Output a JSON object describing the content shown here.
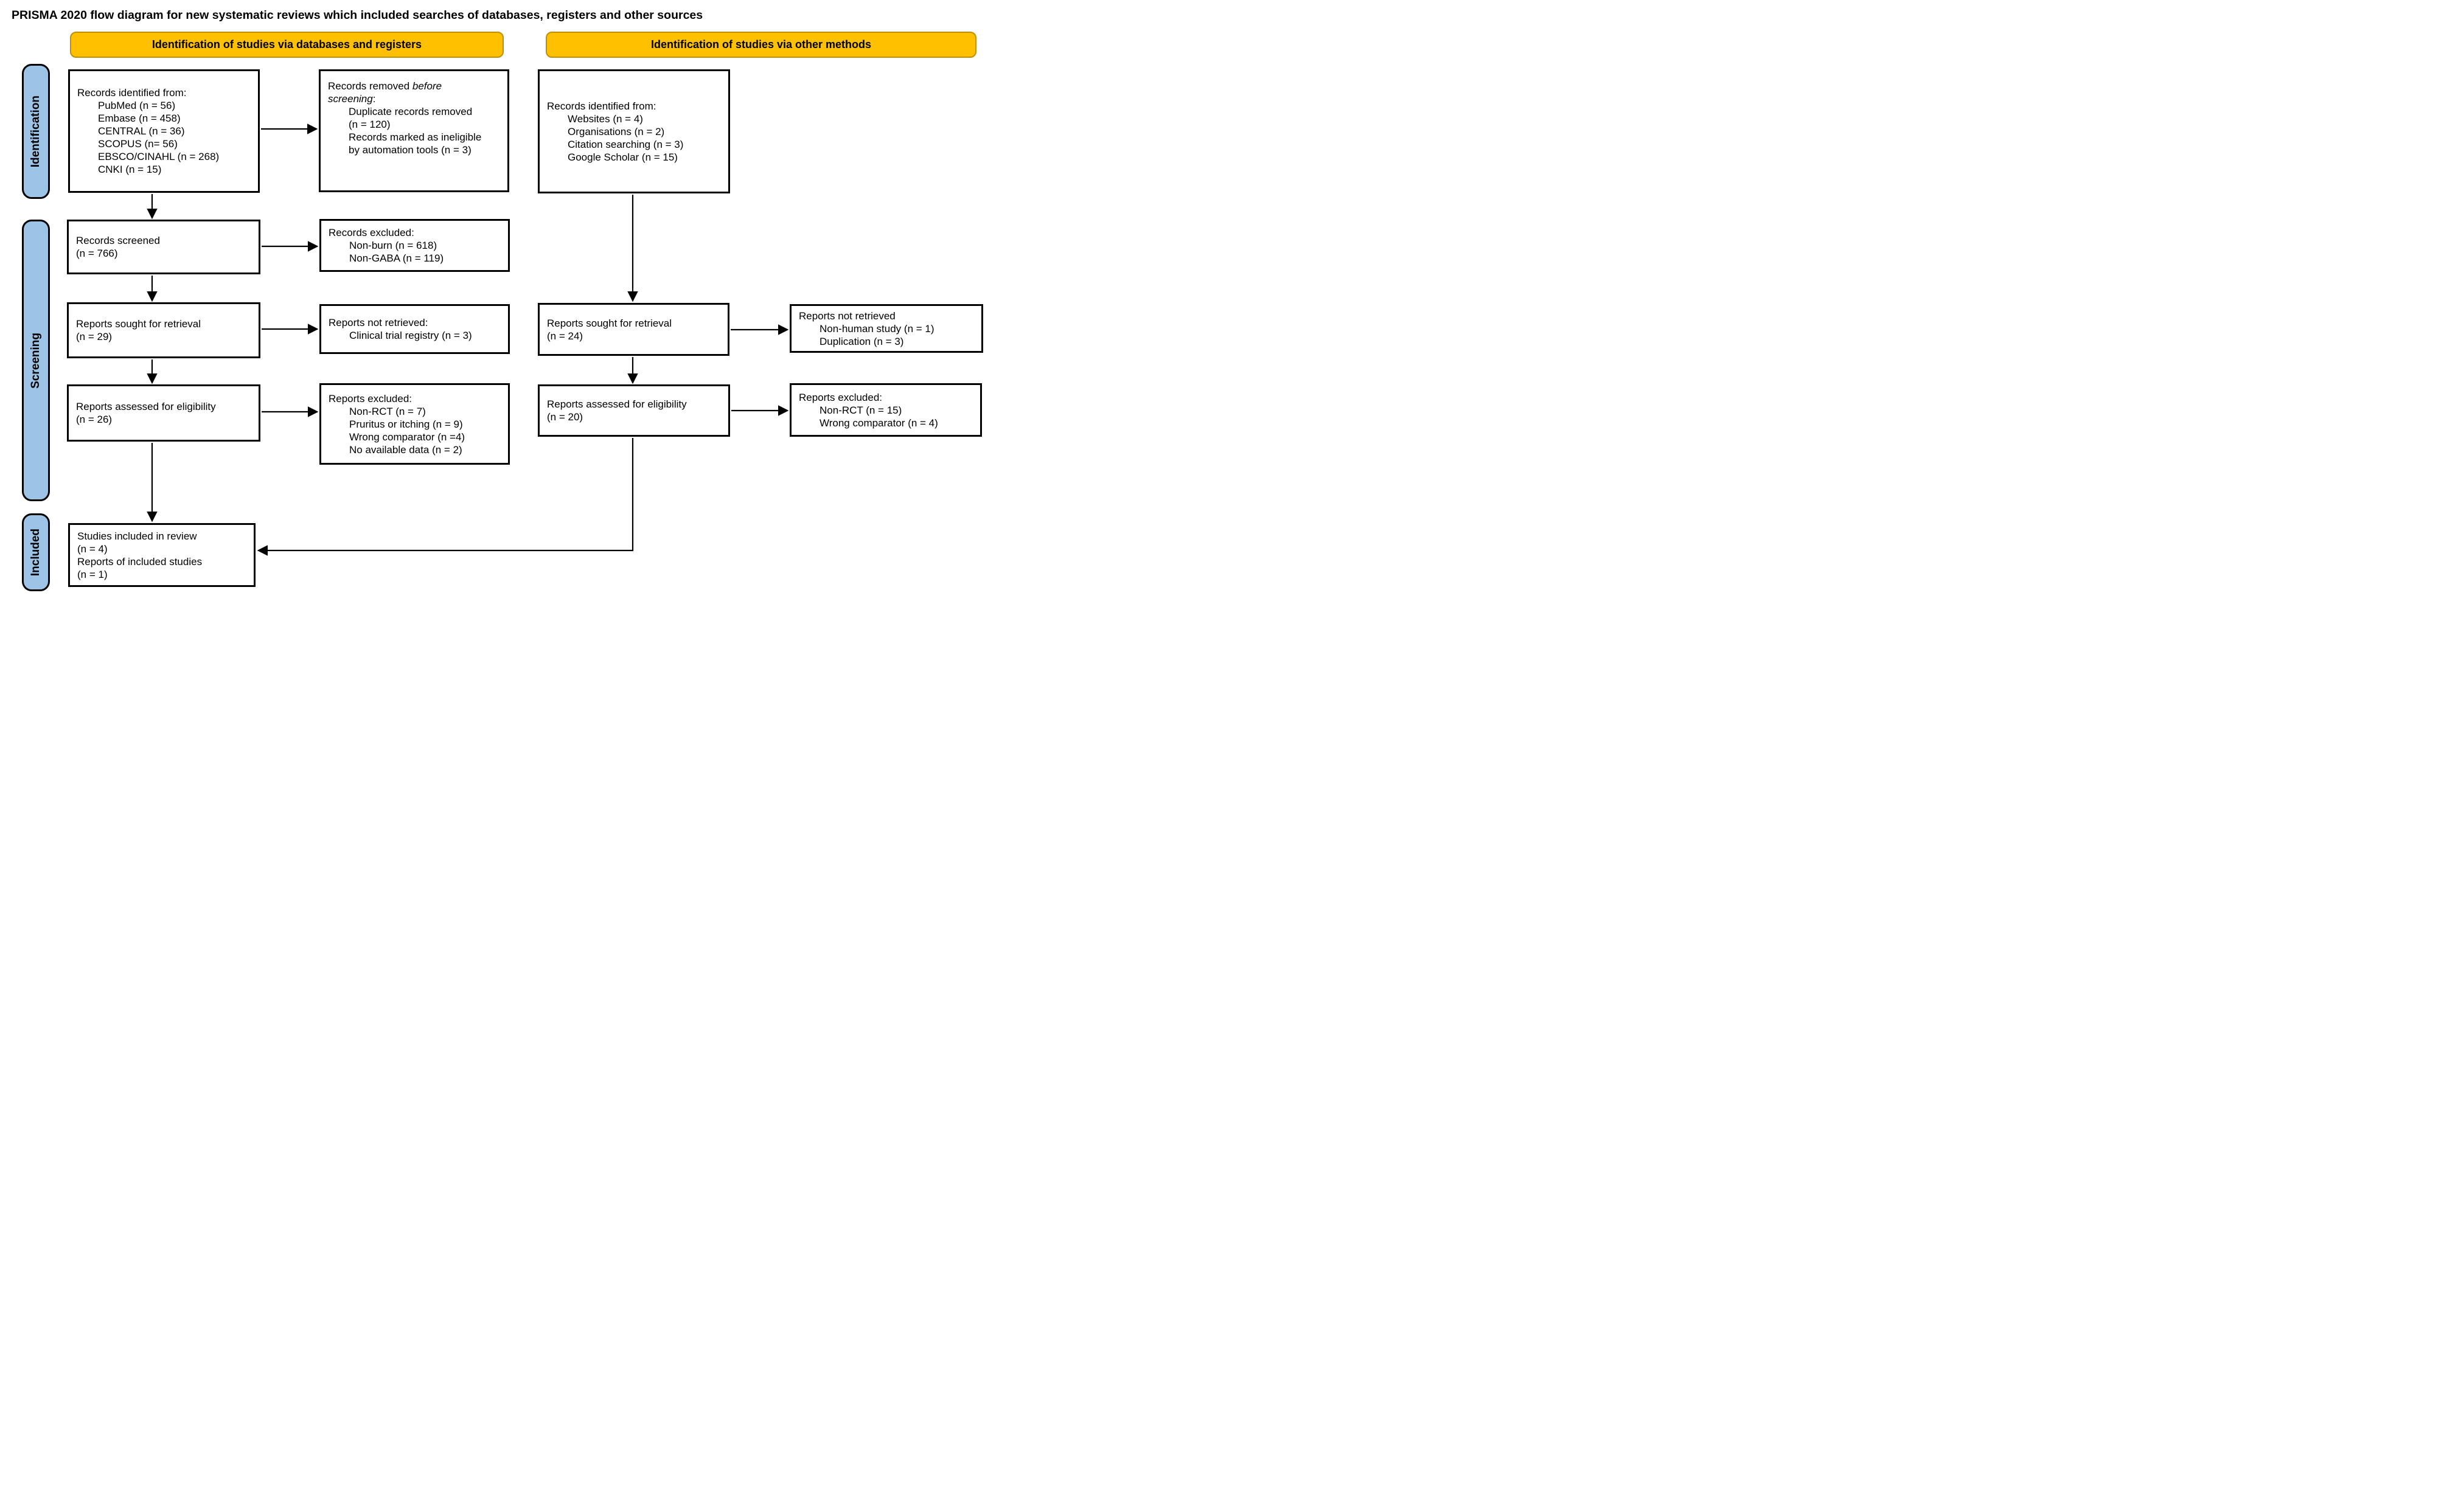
{
  "page_title": "PRISMA 2020 flow diagram for new systematic reviews which included searches of databases, registers and other sources",
  "banners": {
    "databases": "Identification of studies via databases and registers",
    "other_methods": "Identification of studies via other methods"
  },
  "stages": {
    "identification": "Identification",
    "screening": "Screening",
    "included": "Included"
  },
  "colors": {
    "banner_fill": "#FFC000",
    "banner_border": "#BF8F00",
    "stage_fill": "#9DC3E6",
    "box_border": "#000000",
    "arrow": "#000000"
  },
  "boxes": {
    "records_identified_databases": {
      "heading": "Records identified from:",
      "items": [
        "PubMed (n = 56)",
        "Embase (n = 458)",
        "CENTRAL (n = 36)",
        "SCOPUS (n= 56)",
        "EBSCO/CINAHL (n = 268)",
        "CNKI (n = 15)"
      ]
    },
    "records_removed": {
      "heading_lines": [
        {
          "prefix": "Records removed ",
          "italic": "before"
        },
        {
          "italic": "screening",
          "suffix": ":"
        }
      ],
      "items": [
        "Duplicate records removed",
        "(n = 120)",
        "Records marked as ineligible",
        "by automation tools (n = 3)"
      ]
    },
    "records_identified_other": {
      "heading": "Records identified from:",
      "items": [
        "Websites (n = 4)",
        "Organisations (n = 2)",
        "Citation searching (n = 3)",
        "Google Scholar (n = 15)"
      ]
    },
    "records_screened": {
      "lines": [
        "Records screened",
        "(n = 766)"
      ]
    },
    "records_excluded": {
      "heading": "Records excluded:",
      "items": [
        "Non-burn (n = 618)",
        "Non-GABA (n = 119)"
      ]
    },
    "reports_sought_databases": {
      "lines": [
        "Reports sought for retrieval",
        "(n = 29)"
      ]
    },
    "reports_not_retrieved_databases": {
      "heading": "Reports not retrieved:",
      "items": [
        "Clinical trial registry (n = 3)"
      ]
    },
    "reports_sought_other": {
      "lines": [
        "Reports sought for retrieval",
        "(n = 24)"
      ]
    },
    "reports_not_retrieved_other": {
      "heading": "Reports not retrieved",
      "items": [
        "Non-human study (n = 1)",
        "Duplication (n = 3)"
      ]
    },
    "reports_assessed_databases": {
      "lines": [
        "Reports assessed for eligibility",
        "(n = 26)"
      ]
    },
    "reports_excluded_databases": {
      "heading": "Reports excluded:",
      "items": [
        "Non-RCT (n = 7)",
        "Pruritus or itching (n = 9)",
        "Wrong comparator (n =4)",
        "No available data (n = 2)"
      ]
    },
    "reports_assessed_other": {
      "lines": [
        "Reports assessed for eligibility",
        "(n = 20)"
      ]
    },
    "reports_excluded_other": {
      "heading": "Reports excluded:",
      "items": [
        "Non-RCT (n = 15)",
        "Wrong comparator (n = 4)"
      ]
    },
    "studies_included": {
      "lines": [
        "Studies included in review",
        "(n = 4)",
        "Reports of included studies",
        "(n = 1)"
      ]
    }
  }
}
